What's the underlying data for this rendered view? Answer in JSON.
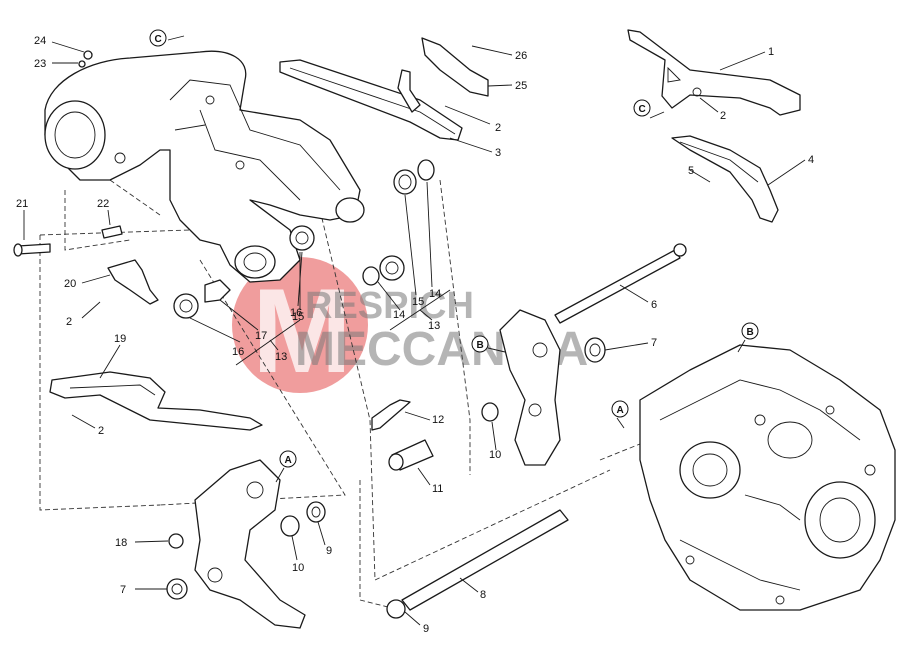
{
  "watermark": {
    "line1": "RESPICH",
    "line2": "MECCANICA",
    "badge_letter": "M",
    "color": "#e23b3b"
  },
  "ref_letters": [
    "C",
    "C",
    "B",
    "B",
    "A",
    "A"
  ],
  "callouts": [
    "1",
    "2",
    "2",
    "2",
    "2",
    "3",
    "4",
    "5",
    "6",
    "7",
    "7",
    "8",
    "9",
    "9",
    "10",
    "10",
    "11",
    "12",
    "13",
    "13",
    "14",
    "14",
    "15",
    "15",
    "16",
    "16",
    "17",
    "18",
    "19",
    "20",
    "21",
    "22",
    "23",
    "24",
    "25",
    "26"
  ]
}
